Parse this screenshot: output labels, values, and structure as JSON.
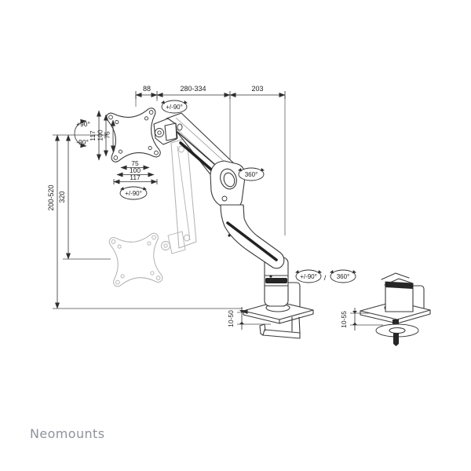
{
  "brand": {
    "name": "Neomounts"
  },
  "dims": {
    "top": [
      "88",
      "280-334",
      "203"
    ],
    "left": [
      "200-520",
      "320"
    ],
    "vesa_v": [
      "117",
      "100",
      "75"
    ],
    "vesa_h": [
      "75",
      "100",
      "117"
    ],
    "base": [
      "10-50",
      "10-55"
    ]
  },
  "rotation": {
    "tilt_plus": "+90°",
    "tilt_minus": "-90°",
    "pivot_top": "+/-90°",
    "vesa_rotate": "+/-90°",
    "elbow_swivel": "360°",
    "base_pivot": "+/-90°",
    "base_rotate": "360°",
    "slash": "/"
  },
  "colors": {
    "line": "#3a3a3a",
    "ghost": "#b0b0b0",
    "accent_dark": "#262626",
    "logo_gray": "#8e939b"
  }
}
